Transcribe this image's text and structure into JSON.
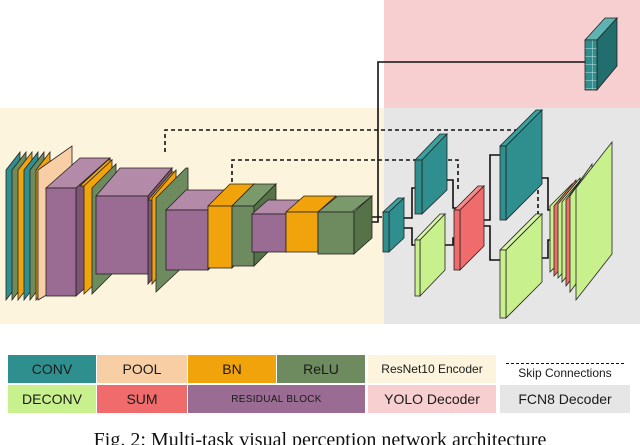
{
  "colors": {
    "conv": "#2f8f8f",
    "pool": "#f8cfa4",
    "bn": "#f0a30a",
    "relu": "#6d8b5e",
    "deconv": "#c8f08c",
    "sum": "#f06b6b",
    "residual": "#9a6b93",
    "encoder_bg": "#fdf4de",
    "yolo_bg": "#f8cfd0",
    "fcn8_bg": "#e6e6e6"
  },
  "legend": {
    "conv": "CONV",
    "pool": "POOL",
    "bn": "BN",
    "relu": "ReLU",
    "deconv": "DECONV",
    "sum": "SUM",
    "residual_block": "RESIDUAL BLOCK",
    "encoder": "ResNet10 Encoder",
    "yolo_decoder": "YOLO Decoder",
    "fcn8_decoder": "FCN8 Decoder",
    "skip_connections": "Skip Connections"
  },
  "caption": "Fig. 2: Multi-task visual perception network architecture"
}
